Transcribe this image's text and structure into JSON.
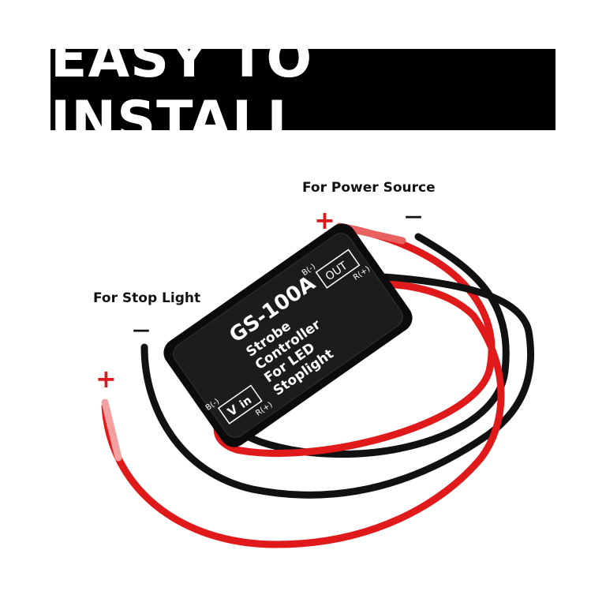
{
  "banner": {
    "title": "EASY TO INSTALL"
  },
  "labels": {
    "power_source": "For Power Source",
    "stop_light": "For Stop Light",
    "plus": "+",
    "minus": "—"
  },
  "device": {
    "model": "GS-100A",
    "line1": "Strobe",
    "line2": "Controller",
    "line3": "For LED",
    "line4": "Stoplight",
    "out_label": "OUT",
    "in_v": "V",
    "in_in": "in",
    "neg": "B(-)",
    "pos": "R(+)"
  },
  "colors": {
    "wire_red": "#e0191b",
    "wire_black": "#111111",
    "sign_red": "#e0191b"
  }
}
